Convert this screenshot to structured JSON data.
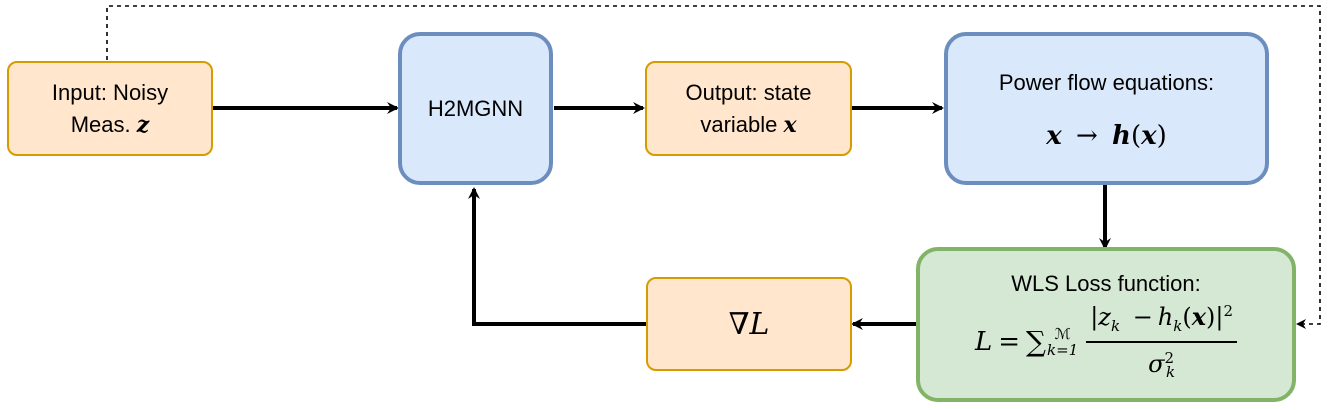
{
  "nodes": {
    "input": {
      "line1": "Input: Noisy",
      "line2": "Meas.",
      "symbol": "z"
    },
    "gnn": {
      "label": "H2MGNN"
    },
    "output": {
      "line1": "Output: state",
      "line2": "variable",
      "symbol": "x"
    },
    "power_flow": {
      "title": "Power flow equations:",
      "lhs": "x",
      "arrow": "→",
      "func": "h",
      "arg": "x"
    },
    "wls": {
      "title": "WLS Loss function:",
      "lhs": "L",
      "eq": "=",
      "sum": "∑",
      "upper": "ℳ",
      "lower": "k=1",
      "z": "z",
      "k": "k",
      "minus": "−",
      "h": "h",
      "x": "x",
      "pow": "2",
      "sigma": "σ"
    },
    "gradient": {
      "nabla": "∇",
      "L": "L"
    }
  },
  "colors": {
    "orange_fill": "#ffe6cc",
    "orange_stroke": "#d79b00",
    "blue_fill": "#dae8fc",
    "blue_stroke": "#6c8ebf",
    "green_fill": "#d5e8d4",
    "green_stroke": "#82b366"
  }
}
